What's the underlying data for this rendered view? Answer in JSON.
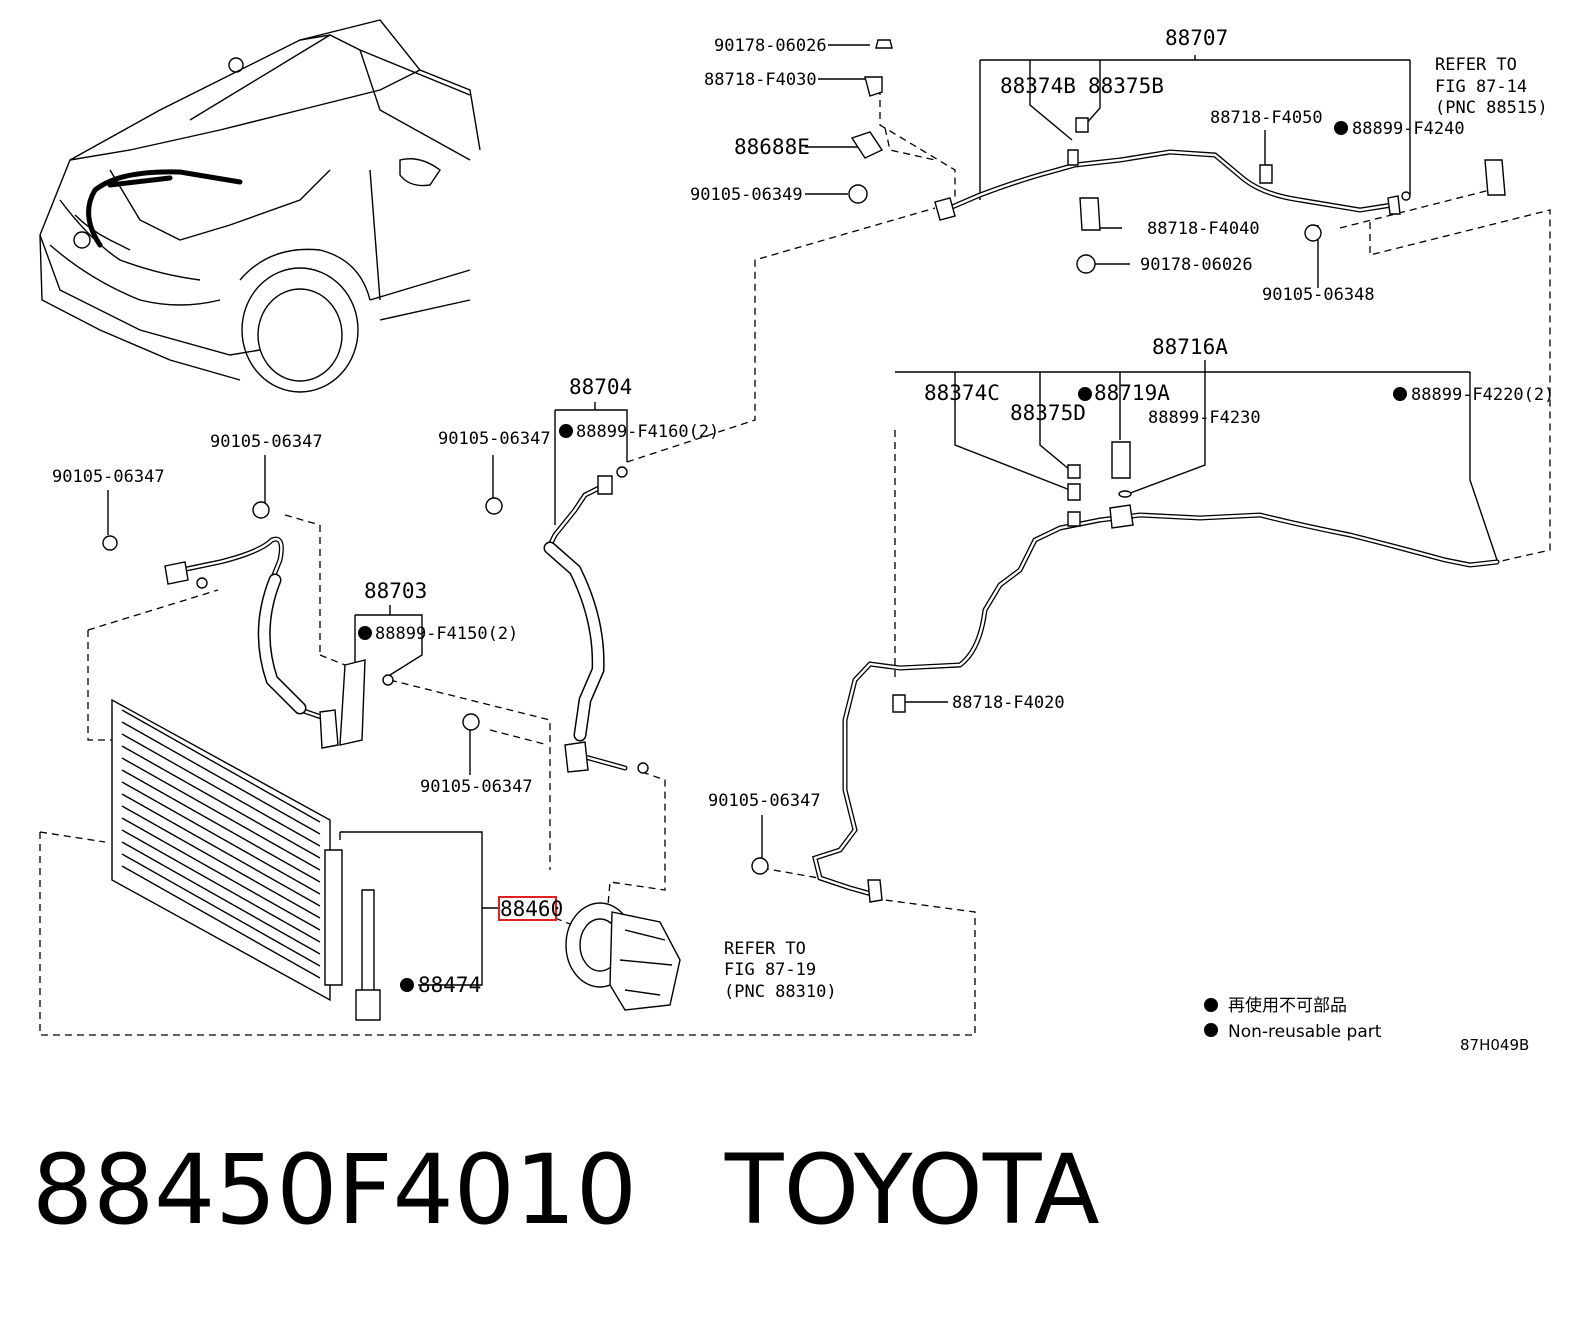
{
  "labels": {
    "l_90178_06026_top": "90178-06026",
    "l_88718_F4030": "88718-F4030",
    "l_88688E": "88688E",
    "l_90105_06349": "90105-06349",
    "l_88707": "88707",
    "l_88374B": "88374B",
    "l_88375B": "88375B",
    "l_88718_F4050": "88718-F4050",
    "l_88899_F4240": "88899-F4240",
    "l_refer1_a": "REFER TO",
    "l_refer1_b": "FIG 87-14",
    "l_refer1_c": "(PNC 88515)",
    "l_88718_F4040": "88718-F4040",
    "l_90178_06026_mid": "90178-06026",
    "l_90105_06348": "90105-06348",
    "l_88716A": "88716A",
    "l_88374C": "88374C",
    "l_88375D": "88375D",
    "l_88719A": "88719A",
    "l_88899_F4230": "88899-F4230",
    "l_88899_F4220": "88899-F4220(2)",
    "l_88704": "88704",
    "l_90105_06347_a": "90105-06347",
    "l_88899_F4160": "88899-F4160(2)",
    "l_90105_06347_b": "90105-06347",
    "l_90105_06347_c": "90105-06347",
    "l_88703": "88703",
    "l_88899_F4150": "88899-F4150(2)",
    "l_90105_06347_d": "90105-06347",
    "l_88718_F4020": "88718-F4020",
    "l_90105_06347_e": "90105-06347",
    "l_88460": "88460",
    "l_88474": "88474",
    "l_refer2_a": "REFER TO",
    "l_refer2_b": "FIG 87-19",
    "l_refer2_c": "(PNC 88310)",
    "legend_jp": "再使用不可部品",
    "legend_en": "Non-reusable part",
    "fig_code": "87H049B"
  },
  "footer": {
    "part_number": "88450F4010",
    "brand": "TOYOTA"
  },
  "colors": {
    "highlight": "#e02020",
    "ink": "#000000"
  }
}
